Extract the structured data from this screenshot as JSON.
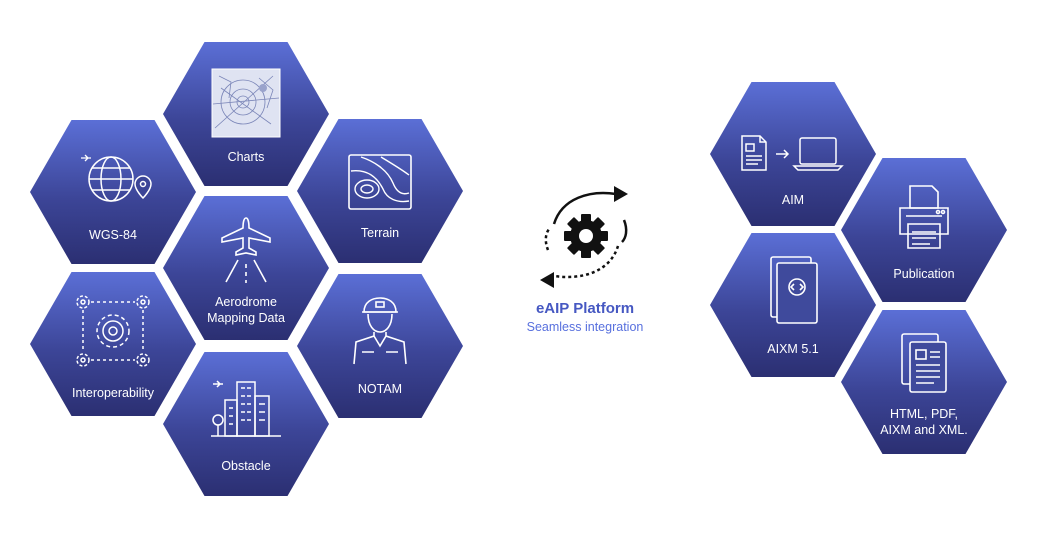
{
  "left_cluster": {
    "charts": "Charts",
    "wgs84": "WGS-84",
    "terrain": "Terrain",
    "aerodrome_line1": "Aerodrome",
    "aerodrome_line2": "Mapping Data",
    "interoperability": "Interoperability",
    "notam": "NOTAM",
    "obstacle": "Obstacle"
  },
  "center": {
    "title": "eAIP Platform",
    "subtitle": "Seamless integration"
  },
  "right_cluster": {
    "aim": "AIM",
    "publication": "Publication",
    "aixm": "AIXM 5.1",
    "formats_line1": "HTML, PDF,",
    "formats_line2": "AIXM and XML."
  },
  "colors": {
    "hex_top": "#5b6fd6",
    "hex_bottom": "#2b2f72",
    "accent_text": "#4658c2"
  },
  "icons": [
    "chart-map-icon",
    "globe-location-icon",
    "terrain-contour-icon",
    "runway-airplane-icon",
    "gears-network-icon",
    "pilot-icon",
    "city-buildings-icon",
    "document-to-laptop-icon",
    "printer-icon",
    "code-document-icon",
    "stacked-documents-icon",
    "sync-gear-icon"
  ]
}
